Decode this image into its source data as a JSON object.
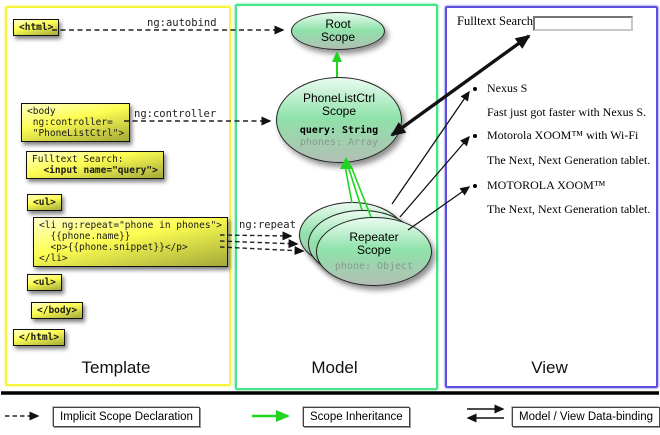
{
  "template_panel": {
    "label": "Template",
    "code": {
      "html_open": "<html>",
      "body_open": {
        "l1": "<body",
        "l2": " ng:controller=",
        "l3": " \"PhoneListCtrl\">"
      },
      "fulltext": {
        "l1": "Fulltext Search:",
        "l2": "  <input name=\"query\">"
      },
      "ul_first": "<ul>",
      "li_repeat": {
        "l1": "<li ng:repeat=\"phone in phones\">",
        "l2": "  {{phone.name}}",
        "l3": "  <p>{{phone.snippet}}</p>",
        "l4": "</li>"
      },
      "ul_second": "<ul>",
      "body_close": "</body>",
      "html_close": "</html>"
    }
  },
  "model_panel": {
    "label": "Model",
    "root_scope": {
      "l1": "Root",
      "l2": "Scope"
    },
    "phonelist_scope": {
      "l1": "PhoneListCtrl",
      "l2": "Scope",
      "prop_query": "query: String",
      "prop_phones": "phones: Array"
    },
    "repeater_scope": {
      "l1": "Repeater",
      "l2": "Scope",
      "prop_phone": "phone: Object"
    }
  },
  "view_panel": {
    "label": "View",
    "search_label": "Fulltext Search:",
    "search_value": "",
    "items": [
      {
        "title": "Nexus S",
        "desc": "Fast just got faster with Nexus S."
      },
      {
        "title": "Motorola XOOM™ with Wi-Fi",
        "desc": "The Next, Next Generation tablet."
      },
      {
        "title": "MOTOROLA XOOM™",
        "desc": "The Next, Next Generation tablet."
      }
    ]
  },
  "annotations": {
    "autobind": "ng:autobind",
    "controller": "ng:controller",
    "repeat": "ng:repeat"
  },
  "legend": {
    "implicit": "Implicit Scope Declaration",
    "inheritance": "Scope Inheritance",
    "binding": "Model / View Data-binding"
  },
  "colors": {
    "template_border": "#f6f63c",
    "model_border": "#46e58a",
    "view_border": "#5b51de",
    "arrow_green": "#1fd51f",
    "code_box_yellow": "#fdfd52",
    "scope_green": "#8fe2aa",
    "prop_gray": "#879a8c"
  }
}
